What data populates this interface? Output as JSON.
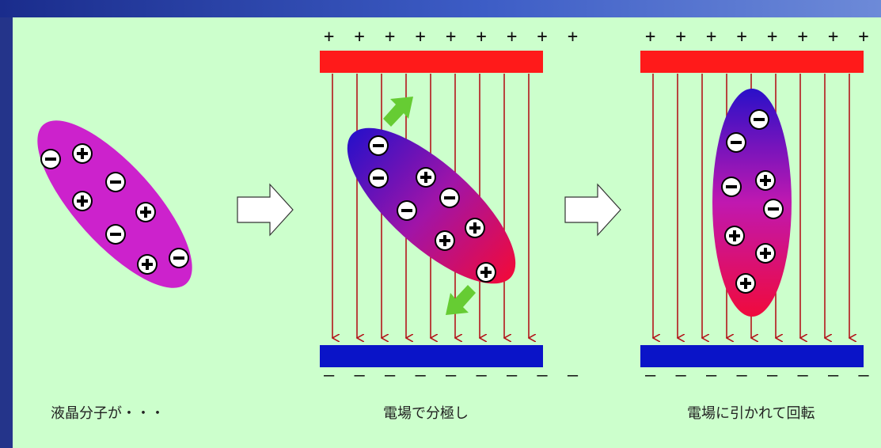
{
  "captions": {
    "step1": "液晶分子が・・・",
    "step2": "電場で分極し",
    "step3": "電場に引かれて回転"
  },
  "plates": {
    "top_signs": "+ + + + + + + + +",
    "bottom_signs": "— — — — — — — — —",
    "top_color": "#ff1a1a",
    "bottom_color": "#0a14c8"
  },
  "colors": {
    "panel_bg": "#ccffcc",
    "molecule_neutral": "#cc22cc",
    "molecule_negative_end": "#2a10c8",
    "molecule_positive_end": "#f00a3c",
    "field_line": "#b3151b",
    "rotation_arrow": "#66cc33"
  },
  "icons": {
    "plus_charge": "plus-charge-icon",
    "minus_charge": "minus-charge-icon",
    "process_arrow": "hollow-right-arrow-icon"
  }
}
